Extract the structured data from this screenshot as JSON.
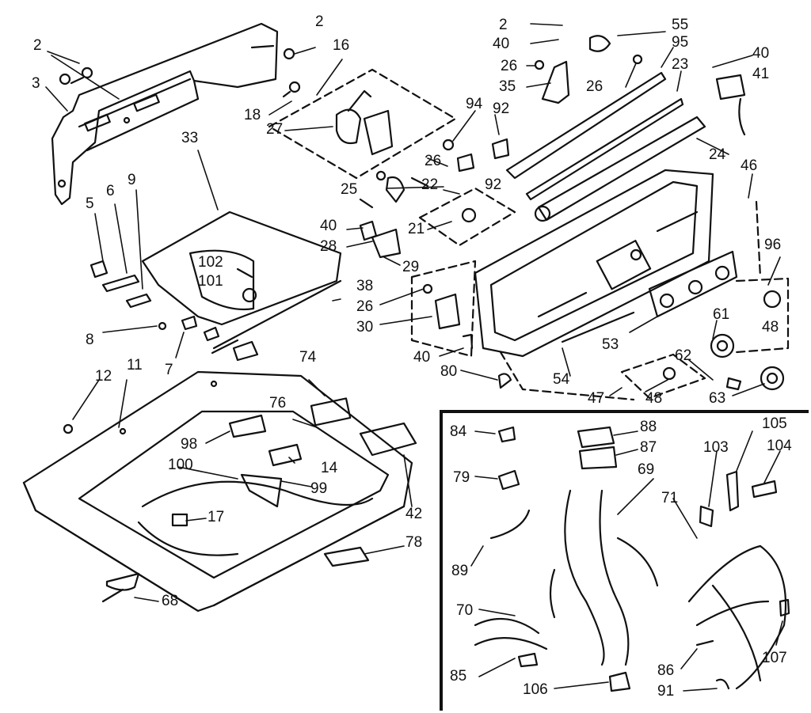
{
  "labels": {
    "l2a": "2",
    "l3": "3",
    "l2b": "2",
    "l16": "16",
    "l18": "18",
    "l27": "27",
    "l33": "33",
    "l5": "5",
    "l6": "6",
    "l9": "9",
    "l102": "102",
    "l101": "101",
    "l8": "8",
    "l7": "7",
    "l38": "38",
    "l12": "12",
    "l11": "11",
    "l74": "74",
    "l76": "76",
    "l98": "98",
    "l100": "100",
    "l14": "14",
    "l99": "99",
    "l17": "17",
    "l42": "42",
    "l78": "78",
    "l68": "68",
    "l2c": "2",
    "l40a": "40",
    "l26a": "26",
    "l35": "35",
    "l55": "55",
    "l95": "95",
    "l26b": "26",
    "l23": "23",
    "l40b": "40",
    "l41": "41",
    "l94": "94",
    "l92a": "92",
    "l26c": "26",
    "l92b": "92",
    "l24": "24",
    "l46": "46",
    "l25": "25",
    "l22": "22",
    "l40c": "40",
    "l21": "21",
    "l28": "28",
    "l29": "29",
    "l96": "96",
    "l26d": "26",
    "l30": "30",
    "l61": "61",
    "l48a": "48",
    "l53": "53",
    "l40d": "40",
    "l80": "80",
    "l54": "54",
    "l62": "62",
    "l47": "47",
    "l48b": "48",
    "l63": "63",
    "l84": "84",
    "l88": "88",
    "l87": "87",
    "l105": "105",
    "l103": "103",
    "l104": "104",
    "l79": "79",
    "l69": "69",
    "l71": "71",
    "l89": "89",
    "l70": "70",
    "l85": "85",
    "l106": "106",
    "l86": "86",
    "l107": "107",
    "l91": "91"
  }
}
